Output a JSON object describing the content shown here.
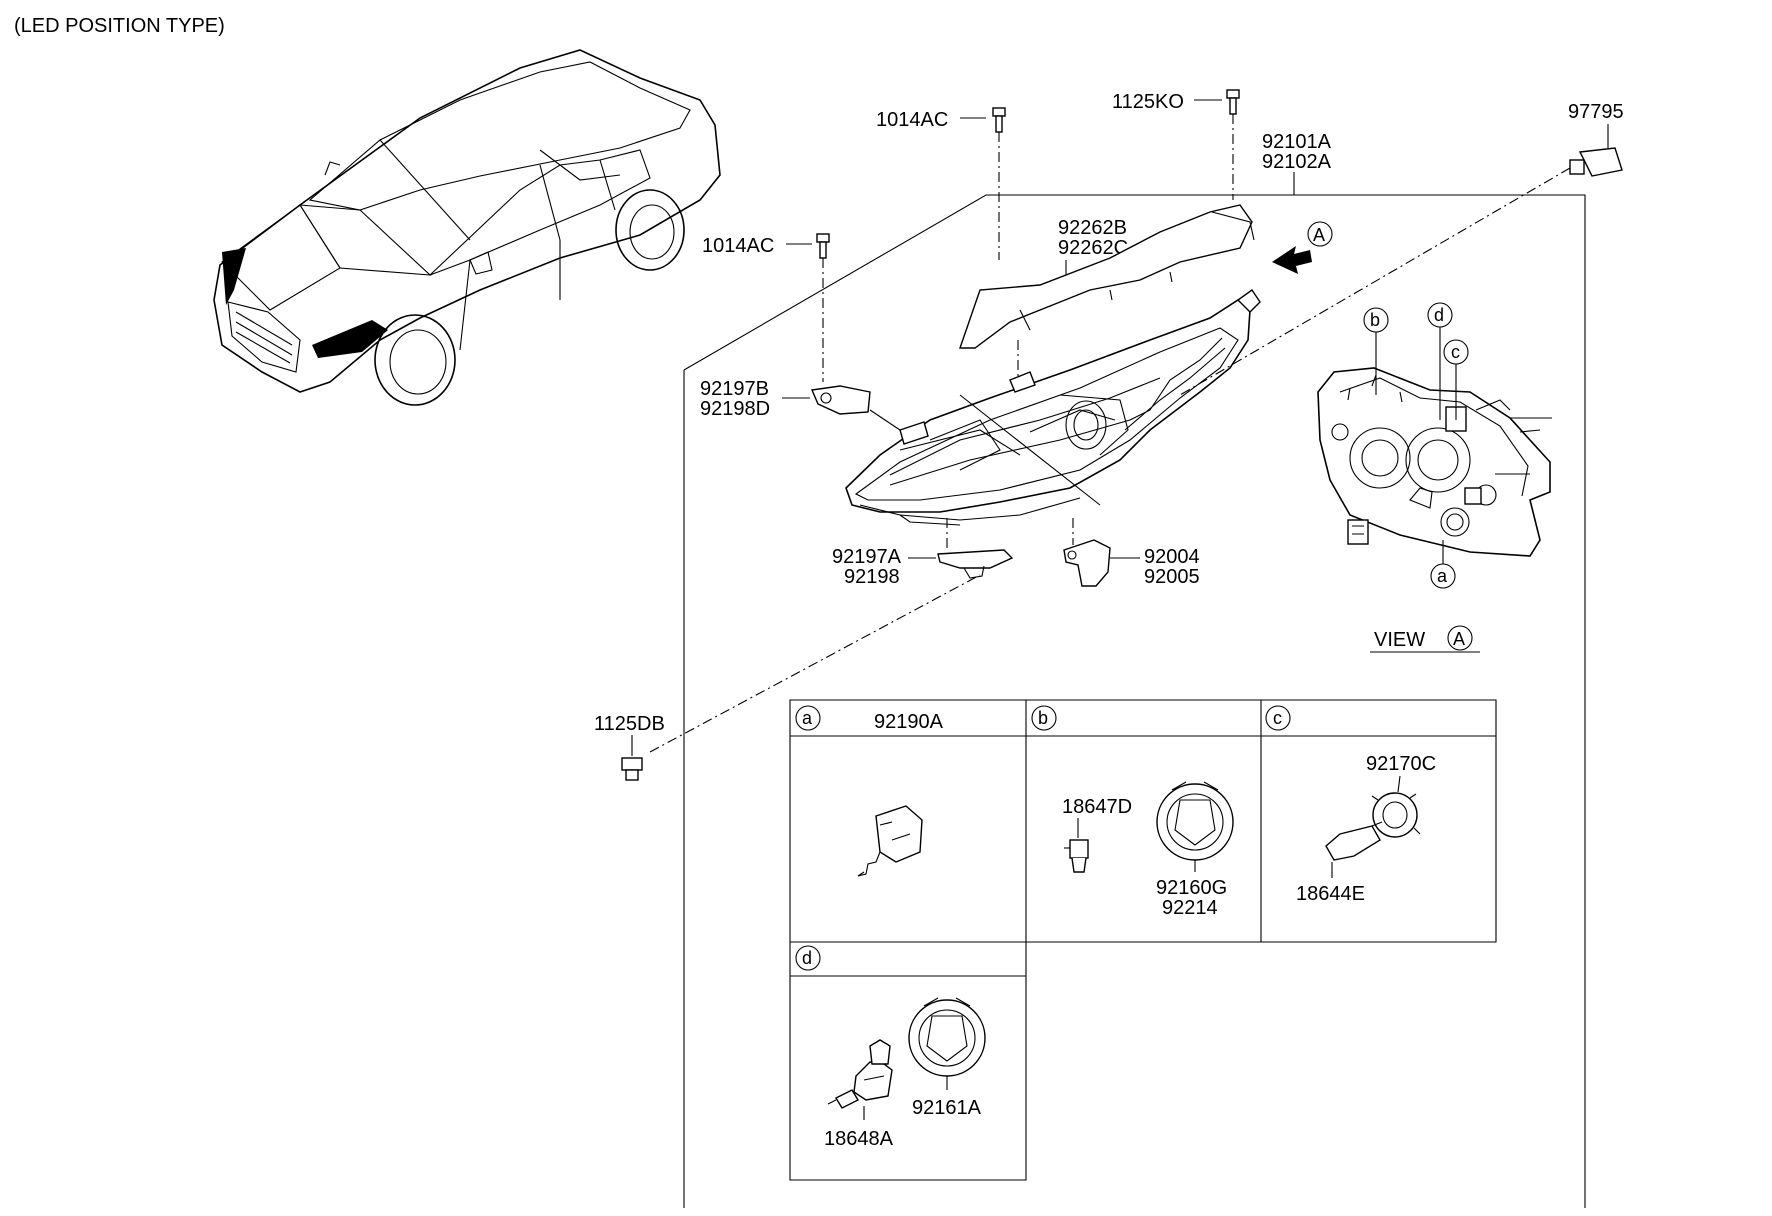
{
  "title": "(LED POSITION TYPE)",
  "view_label": "VIEW",
  "view_ref": "A",
  "arrow_ref": "A",
  "callouts": {
    "c1014ac_top": "1014AC",
    "c1125ko": "1125KO",
    "c97795": "97795",
    "c92101a": "92101A",
    "c92102a": "92102A",
    "c92262b": "92262B",
    "c92262c": "92262C",
    "c1014ac_left": "1014AC",
    "c92197b": "92197B",
    "c92198d": "92198D",
    "c92197a": "92197A",
    "c92198": "92198",
    "c92004": "92004",
    "c92005": "92005",
    "c1125db": "1125DB"
  },
  "view_circles": {
    "a": "a",
    "b": "b",
    "c": "c",
    "d": "d"
  },
  "detail_boxes": {
    "a": {
      "letter": "a",
      "header_part": "92190A"
    },
    "b": {
      "letter": "b",
      "parts": [
        "18647D",
        "92160G",
        "92214"
      ]
    },
    "c": {
      "letter": "c",
      "parts": [
        "92170C",
        "18644E"
      ]
    },
    "d": {
      "letter": "d",
      "parts": [
        "92161A",
        "18648A"
      ]
    }
  }
}
